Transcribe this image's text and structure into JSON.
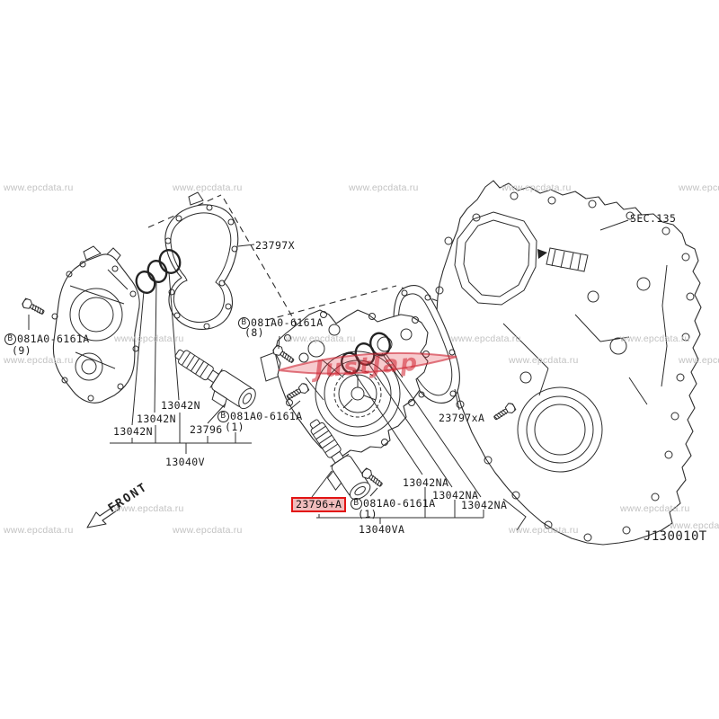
{
  "canvas": {
    "background": "#ffffff"
  },
  "watermark": {
    "text": "www.epcdata.ru",
    "color": "#c2c2c2"
  },
  "logo": {
    "text": "JustJap",
    "color": "#d0303e"
  },
  "front_marker": {
    "text": "FRONT"
  },
  "drawing_code": {
    "text": "J130010T"
  },
  "highlight": {
    "border_color": "#e21414",
    "fill_color": "rgba(219,93,93,0.42)"
  },
  "line_color": "#2d2d2d",
  "labels": {
    "sec_ref": "SEC.135",
    "gasket_upper": "23797X",
    "gasket_lower": "23797xA",
    "oring_left": "13042N",
    "oring_right": "13042NA",
    "solenoid_left": "23796",
    "solenoid_right": "23796+A",
    "assembly_left": "13040V",
    "assembly_right": "13040VA",
    "bolt_prefix": "B",
    "bolt_part": "081A0-6161A",
    "qty_9": "(9)",
    "qty_8": "(8)",
    "qty_1_left": "(1)",
    "qty_1_right": "(1)"
  }
}
